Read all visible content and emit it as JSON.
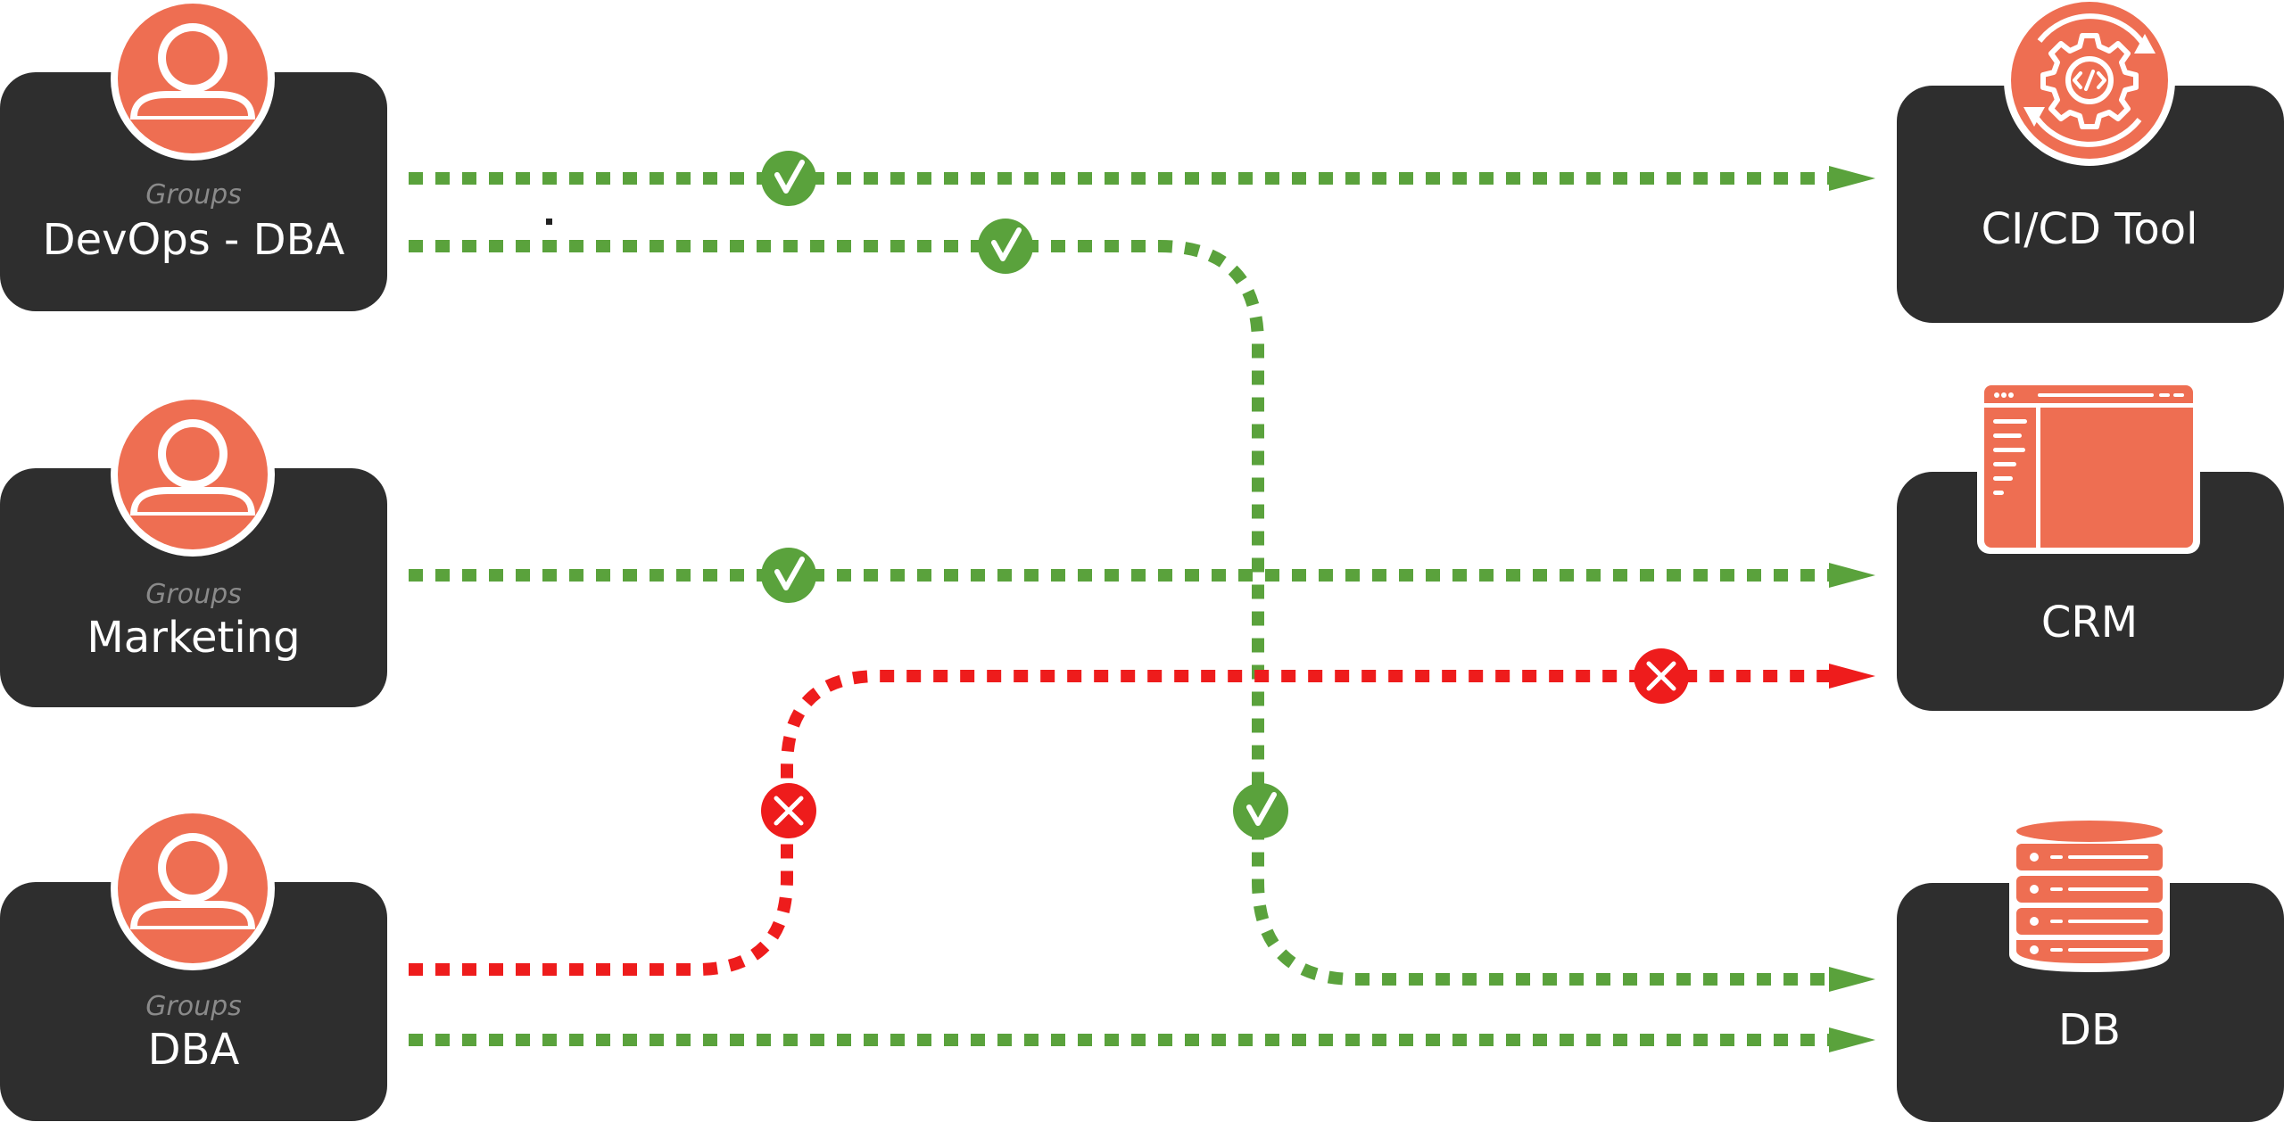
{
  "colors": {
    "box": "#2e2e2e",
    "accent": "#ee6e52",
    "allowed": "#5aa23c",
    "denied": "#ee1c1c",
    "background": "#ffffff"
  },
  "groups": [
    {
      "caption": "Groups",
      "name": "DevOps - DBA"
    },
    {
      "caption": "Groups",
      "name": "Marketing"
    },
    {
      "caption": "Groups",
      "name": "DBA"
    }
  ],
  "resources": [
    {
      "name": "CI/CD Tool",
      "icon": "gear-code-icon"
    },
    {
      "name": "CRM",
      "icon": "browser-window-icon"
    },
    {
      "name": "DB",
      "icon": "database-icon"
    }
  ],
  "connections": [
    {
      "from": "DevOps - DBA",
      "to": "CI/CD Tool",
      "status": "allowed"
    },
    {
      "from": "DevOps - DBA",
      "to": "DB",
      "status": "allowed"
    },
    {
      "from": "Marketing",
      "to": "CRM",
      "status": "allowed"
    },
    {
      "from": "DBA",
      "to": "CRM",
      "status": "denied"
    },
    {
      "from": "DBA",
      "to": "DB",
      "status": "allowed"
    }
  ]
}
